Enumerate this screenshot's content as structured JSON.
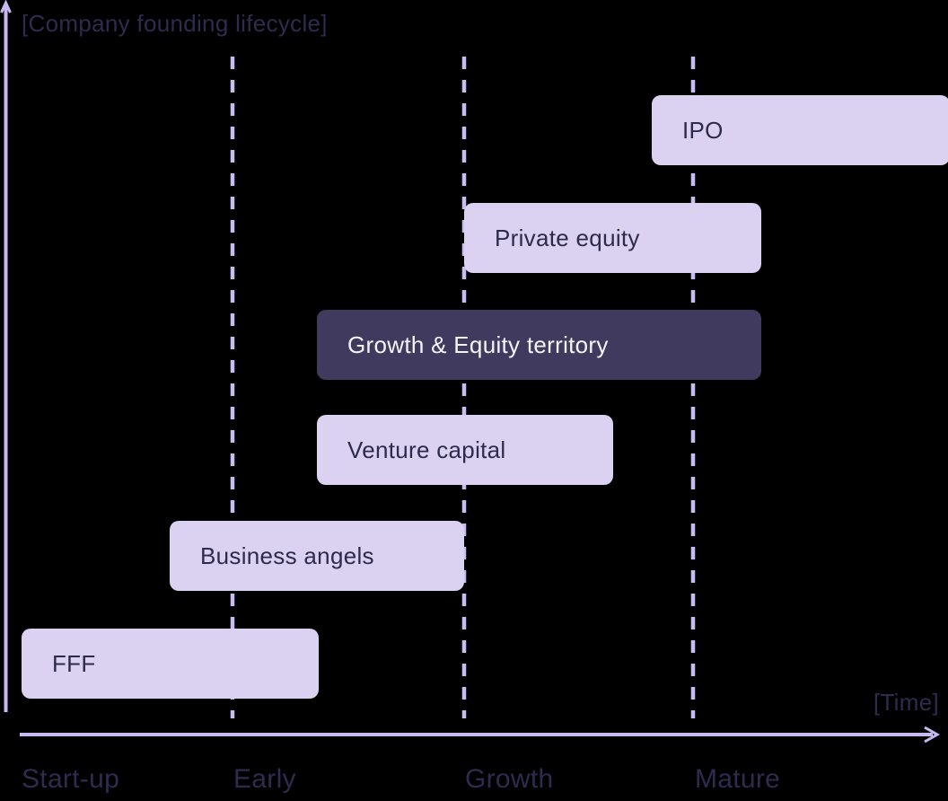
{
  "colors": {
    "background": "#000000",
    "bar_light_fill": "#dbd2f2",
    "bar_dark_fill": "#403b5e",
    "text_dark": "#2f2b4e",
    "text_on_dark_bar": "#f5f3fb",
    "axis_purple": "#c7b9f1"
  },
  "chart_data": {
    "type": "timeline",
    "title": "",
    "ylabel": "[Company founding lifecycle]",
    "xlabel": "[Time]",
    "categories": [
      "Start-up",
      "Early",
      "Growth",
      "Mature"
    ],
    "grid": "dashed vertical lines at Early, Growth and Mature stage boundaries",
    "legend_position": "none",
    "bars": [
      {
        "label": "IPO",
        "variant": "light",
        "stage_start": 2.82,
        "stage_end": 4.1
      },
      {
        "label": "Private equity",
        "variant": "light",
        "stage_start": 2.0,
        "stage_end": 3.3
      },
      {
        "label": "Growth & Equity territory",
        "variant": "dark",
        "stage_start": 1.37,
        "stage_end": 3.3
      },
      {
        "label": "Venture capital",
        "variant": "light",
        "stage_start": 1.37,
        "stage_end": 2.65
      },
      {
        "label": "Business angels",
        "variant": "light",
        "stage_start": 0.7,
        "stage_end": 2.0
      },
      {
        "label": "FFF",
        "variant": "light",
        "stage_start": 0.0,
        "stage_end": 1.37
      }
    ]
  }
}
